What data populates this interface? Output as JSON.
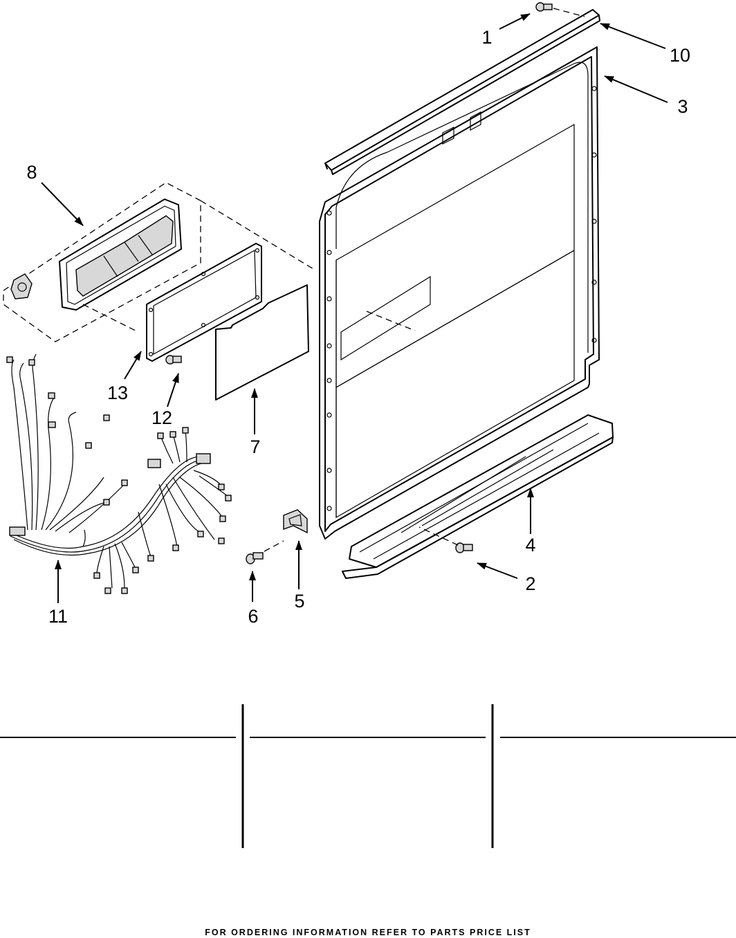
{
  "callouts": [
    {
      "id": "1",
      "label": "1"
    },
    {
      "id": "10",
      "label": "10"
    },
    {
      "id": "3",
      "label": "3"
    },
    {
      "id": "8",
      "label": "8"
    },
    {
      "id": "13",
      "label": "13"
    },
    {
      "id": "12",
      "label": "12"
    },
    {
      "id": "7",
      "label": "7"
    },
    {
      "id": "4",
      "label": "4"
    },
    {
      "id": "2",
      "label": "2"
    },
    {
      "id": "11",
      "label": "11"
    },
    {
      "id": "6",
      "label": "6"
    },
    {
      "id": "5",
      "label": "5"
    }
  ],
  "table": {
    "columns": [
      {
        "header": "",
        "body": ""
      },
      {
        "header": "",
        "body": ""
      },
      {
        "header": "",
        "body": ""
      }
    ]
  },
  "footer": {
    "note": "FOR ORDERING INFORMATION REFER TO PARTS PRICE LIST"
  }
}
